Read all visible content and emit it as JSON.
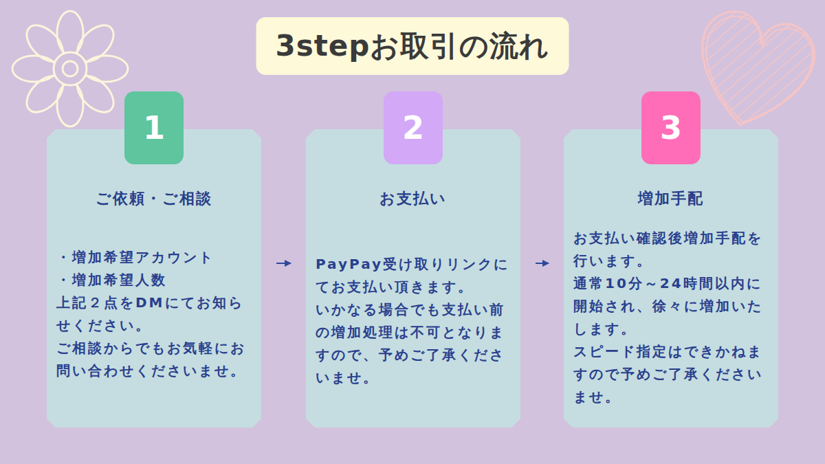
{
  "diagram": {
    "title": "3stepお取引の流れ",
    "nodes": [
      {
        "text": [
          "ご依頼・ご相談",
          "・増加希望アカウント",
          "・増加希望人数",
          "上記２点をDMにてお知らせください。",
          "ご相談からでもお気軽にお問い合わせくださいませ。"
        ]
      },
      {
        "text": [
          "1"
        ],
        "in": 0
      },
      {
        "text": [
          "お支払い",
          "PayPay受け取りリンクにてお支払い頂きます。",
          "いかなる場合でも支払い前の増加処理は不可となりますので、予めご了承くださいませ。"
        ]
      },
      {
        "text": [
          "2"
        ],
        "in": 2
      },
      {
        "text": [
          "増加手配",
          "お支払い確認後増加手配を行います。",
          "通常10分～24時間以内に開始され、徐々に増加いたします。",
          "スピード指定はできかねますので予めご了承くださいませ。"
        ]
      },
      {
        "text": [
          "3"
        ],
        "in": 4
      }
    ],
    "edges": [
      {
        "from": 0,
        "to": 2,
        "arrow": "to"
      },
      {
        "from": 2,
        "to": 4,
        "arrow": "to"
      }
    ]
  }
}
